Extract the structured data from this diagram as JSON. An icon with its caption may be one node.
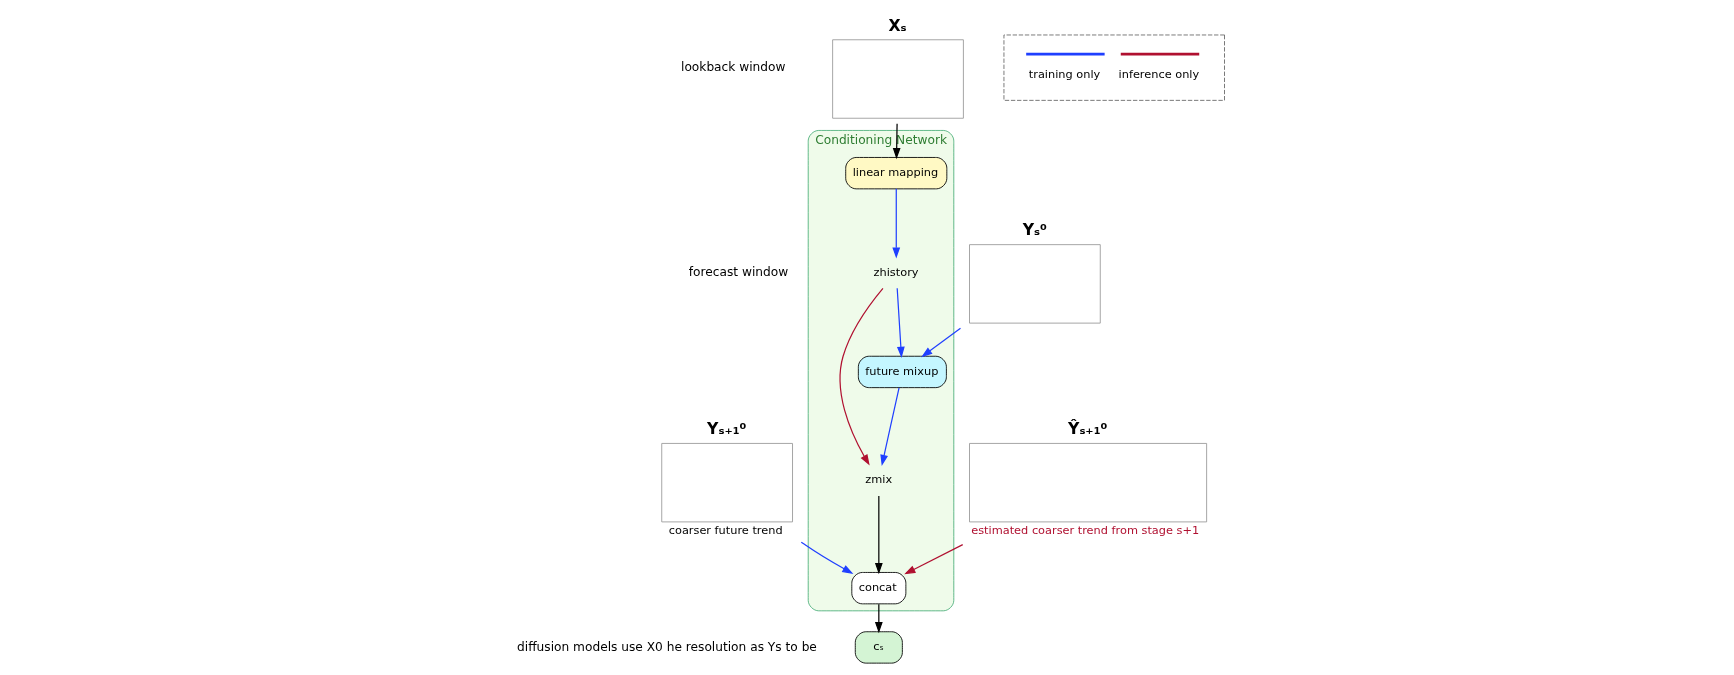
{
  "diagram": {
    "nodes": [
      {
        "text": [
          "Conditioning Network"
        ]
      },
      {
        "text": [
          "Xₛ"
        ]
      },
      {
        "text": [
          "Yₛ⁰"
        ]
      },
      {
        "text": [
          "linear mapping"
        ],
        "in": 0
      },
      {
        "text": [
          "zhistory"
        ],
        "in": 0
      },
      {
        "text": [
          "future mixup"
        ],
        "in": 0
      },
      {
        "text": [
          "zmix"
        ],
        "in": 0
      },
      {
        "text": [
          "concat"
        ],
        "in": 0
      },
      {
        "text": [
          "cₛ"
        ]
      },
      {
        "text": [
          "Yₛ₊₁⁰"
        ],
        "beside": [
          "coarser future trend"
        ]
      },
      {
        "text": [
          "Ŷₛ₊₁⁰"
        ],
        "beside": [
          "estimated coarser trend from stage s+1"
        ]
      }
    ],
    "edges": [
      {
        "from": 1,
        "to": 3,
        "arrow": "to",
        "color": "#000000"
      },
      {
        "from": 3,
        "to": 4,
        "arrow": "to",
        "color": "#1f3fff"
      },
      {
        "from": 4,
        "to": 5,
        "arrow": "to",
        "color": "#1f3fff"
      },
      {
        "from": 2,
        "to": 5,
        "arrow": "to",
        "color": "#1f3fff"
      },
      {
        "from": 5,
        "to": 6,
        "arrow": "to",
        "color": "#1f3fff"
      },
      {
        "from": 4,
        "to": 6,
        "arrow": "to",
        "color": "#b01030"
      },
      {
        "from": 6,
        "to": 7,
        "arrow": "to",
        "color": "#000000"
      },
      {
        "from": 9,
        "to": 7,
        "arrow": "to",
        "color": "#1f3fff"
      },
      {
        "from": 10,
        "to": 7,
        "arrow": "to",
        "color": "#b01030"
      },
      {
        "from": 7,
        "to": 8,
        "arrow": "to",
        "color": "#000000"
      }
    ],
    "labels": [
      "lookback window",
      "forecast window",
      "diffusion models use X0 he resolution as Ys to be"
    ],
    "legend": [
      {
        "text": "training only"
      },
      {
        "text": "inference only"
      }
    ]
  }
}
